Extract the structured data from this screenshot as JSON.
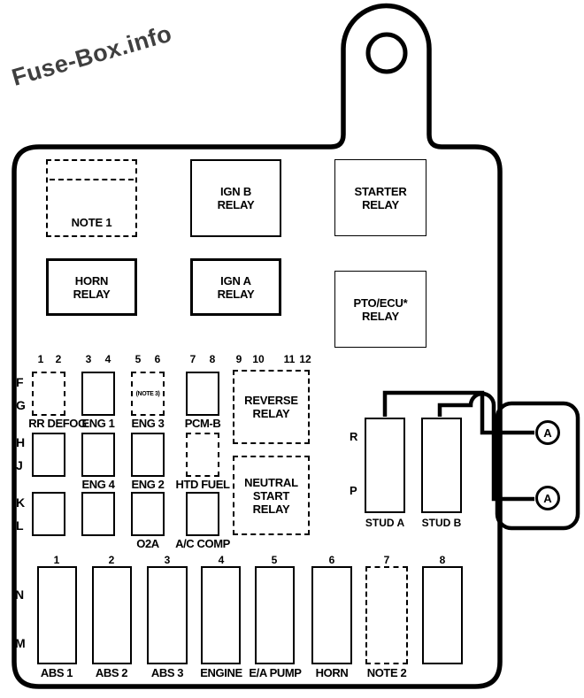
{
  "watermark": "Fuse-Box.info",
  "colors": {
    "line": "#000000",
    "watermark": "#3f3f3f",
    "background": "#ffffff"
  },
  "relays": {
    "note1": "NOTE 1",
    "ign_b": "IGN B\nRELAY",
    "starter": "STARTER\nRELAY",
    "horn": "HORN\nRELAY",
    "ign_a": "IGN A\nRELAY",
    "pto_ecu": "PTO/ECU*\nRELAY",
    "reverse": "REVERSE\nRELAY",
    "neutral_start": "NEUTRAL\nSTART\nRELAY"
  },
  "fuse_grid": {
    "column_numbers": [
      "1",
      "2",
      "3",
      "4",
      "5",
      "6",
      "7",
      "8",
      "9",
      "10",
      "11",
      "12"
    ],
    "row_letters": [
      "F",
      "G",
      "H",
      "J",
      "K",
      "L"
    ],
    "labels": {
      "rr_defog": "RR DEFOG",
      "eng1": "ENG 1",
      "eng3": "ENG 3",
      "eng3_note": "(NOTE 3)",
      "pcm_b": "PCM-B",
      "eng4": "ENG 4",
      "eng2": "ENG 2",
      "htd_fuel": "HTD FUEL",
      "o2a": "O2A",
      "ac_comp": "A/C COMP"
    }
  },
  "studs": {
    "row_letters": [
      "R",
      "P"
    ],
    "stud_a": "STUD A",
    "stud_b": "STUD B",
    "terminal_label": "A"
  },
  "bottom_row": {
    "column_numbers": [
      "1",
      "2",
      "3",
      "4",
      "5",
      "6",
      "7",
      "8"
    ],
    "row_letters": [
      "N",
      "M"
    ],
    "labels": [
      "ABS 1",
      "ABS 2",
      "ABS 3",
      "ENGINE",
      "E/A PUMP",
      "HORN",
      "NOTE 2"
    ]
  }
}
